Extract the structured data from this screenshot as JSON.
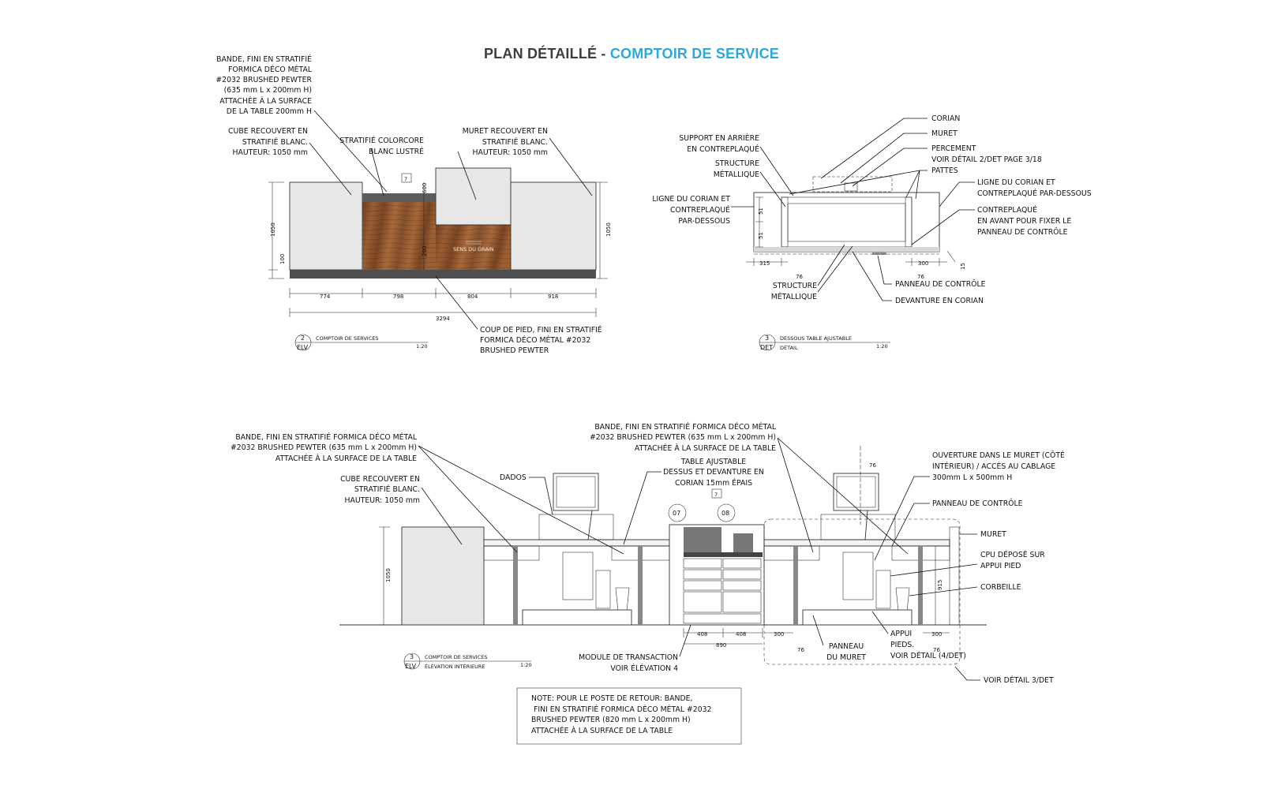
{
  "title": {
    "prefix": "PLAN DÉTAILLÉ - ",
    "highlight": "COMPTOIR DE SERVICE",
    "highlight_color": "#2ba8dc"
  },
  "elevation": {
    "notes": {
      "bande": [
        "BANDE, FINI EN STRATIFIÉ",
        "FORMICA DÉCO MÉTAL",
        "#2032 BRUSHED PEWTER",
        "(635 mm L x 200mm H)",
        "ATTACHÉE À LA SURFACE",
        "DE LA TABLE 200mm H"
      ],
      "cube": [
        "CUBE RECOUVERT EN",
        "STRATIFIÉ BLANC.",
        "HAUTEUR: 1050 mm"
      ],
      "colorcore": [
        "STRATIFIÉ COLORCORE",
        "BLANC LUSTRÉ"
      ],
      "muret": [
        "MURET RECOUVERT EN",
        "STRATIFIÉ BLANC.",
        "HAUTEUR: 1050 mm"
      ],
      "coup": [
        "COUP DE PIED, FINI EN STRATIFIÉ",
        "FORMICA DÉCO MÉTAL #2032",
        "BRUSHED PEWTER"
      ]
    },
    "grain_label": "SENS DU GRAIN",
    "tag": "7",
    "dims": {
      "h_left": "1050",
      "h_right": "1050",
      "toe": "100",
      "band": "600",
      "mid": "200",
      "s1": "774",
      "s2": "798",
      "s3": "804",
      "s4": "918",
      "total": "3294"
    },
    "callout": {
      "num": "2",
      "code": "ELV",
      "title": "COMPTOIR DE SERVICES",
      "scale": "1:20"
    }
  },
  "detail": {
    "notes": {
      "support": [
        "SUPPORT EN ARRIÈRE",
        "EN CONTREPLAQUÉ"
      ],
      "structure": [
        "STRUCTURE",
        "MÉTALLIQUE"
      ],
      "ligne_left": [
        "LIGNE DU CORIAN ET",
        "CONTREPLAQUÉ",
        "PAR-DESSOUS"
      ],
      "corian": "CORIAN",
      "muret": "MURET",
      "percement": [
        "PERCEMENT",
        "VOIR DÉTAIL 2/DET PAGE 3/18"
      ],
      "pattes": "PATTES",
      "ligne_right": [
        "LIGNE DU CORIAN ET",
        "CONTREPLAQUÉ PAR-DESSOUS"
      ],
      "contreplaque": [
        "CONTREPLAQUÉ",
        "EN AVANT POUR FIXER LE",
        "PANNEAU DE CONTRÔLE"
      ],
      "structure_bottom": [
        "STRUCTURE",
        "MÉTALLIQUE"
      ],
      "panneau": "PANNEAU DE CONTRÔLE",
      "devanture": "DEVANTURE EN CORIAN"
    },
    "dims": {
      "v1": "51",
      "v2": "51",
      "left": "315",
      "right": "300",
      "s_left": "76",
      "s_right": "76",
      "edge": "15"
    },
    "callout": {
      "num": "3",
      "code": "DET",
      "title": "DESSOUS TABLE AJUSTABLE",
      "subtitle": "DÉTAIL",
      "scale": "1:20"
    }
  },
  "interior": {
    "notes": {
      "bande_left": [
        "BANDE, FINI EN STRATIFIÉ FORMICA DÉCO MÉTAL",
        "#2032 BRUSHED PEWTER (635 mm L x 200mm H)",
        "ATTACHÉE À LA SURFACE DE LA TABLE"
      ],
      "cube": [
        "CUBE RECOUVERT EN",
        "STRATIFIÉ BLANC.",
        "HAUTEUR: 1050 mm"
      ],
      "dados": "DADOS",
      "bande_center": [
        "BANDE, FINI EN STRATIFIÉ FORMICA DÉCO MÉTAL",
        "#2032 BRUSHED PEWTER (635 mm L x 200mm H)",
        "ATTACHÉE À LA SURFACE DE LA TABLE"
      ],
      "table": [
        "TABLE AJUSTABLE",
        "DESSUS ET DEVANTURE EN",
        "CORIAN 15mm ÉPAIS"
      ],
      "ouverture": [
        "OUVERTURE DANS LE MURET (CÔTÉ",
        "INTÉRIEUR) / ACCÈS AU CABLAGE",
        "300mm L x 500mm H"
      ],
      "panneau": "PANNEAU DE CONTRÔLE",
      "muret": "MURET",
      "cpu": [
        "CPU DÉPOSÉ SUR",
        "APPUI PIED"
      ],
      "corbeille": "CORBEILLE",
      "module": [
        "MODULE DE TRANSACTION",
        "VOIR ÉLÉVATION 4"
      ],
      "panneau_muret": [
        "PANNEAU",
        "DU MURET"
      ],
      "appui": [
        "APPUI",
        "PIEDS.",
        "VOIR DÉTAIL (4/DET)"
      ],
      "voir": "VOIR DÉTAIL 3/DET"
    },
    "markers": [
      "07",
      "08"
    ],
    "tag": "7",
    "dims": {
      "height": "1050",
      "right_h": "915",
      "d1": "408",
      "d2": "408",
      "total": "890",
      "gap": "300",
      "s1": "76",
      "s2": "76",
      "gap2": "300",
      "top": "76"
    },
    "callout": {
      "num": "3",
      "code": "ELV",
      "title": "COMPTOIR DE SERVICES",
      "subtitle": "ÉLÉVATION INTÉRIEURE",
      "scale": "1:20"
    }
  },
  "note_box": [
    "NOTE: POUR LE POSTE DE RETOUR: BANDE,",
    "FINI EN STRATIFIÉ FORMICA DÉCO MÉTAL #2032",
    "BRUSHED PEWTER (820 mm L x 200mm H)",
    "ATTACHÉE À LA SURFACE DE LA TABLE"
  ]
}
